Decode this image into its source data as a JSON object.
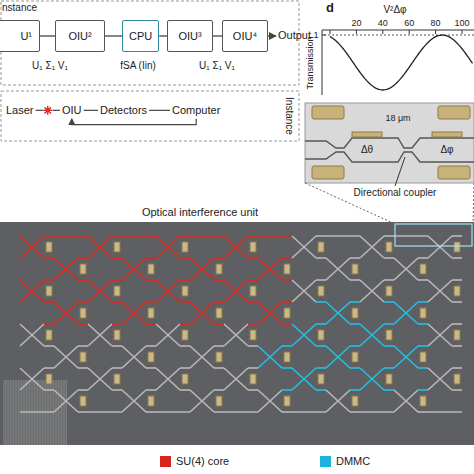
{
  "diagram": {
    "nodes": [
      {
        "text": [
          "U¹"
        ]
      },
      {
        "text": [
          "OIU²"
        ]
      },
      {
        "text": [
          "CPU"
        ]
      },
      {
        "text": [
          "OIU³"
        ]
      },
      {
        "text": [
          "OIU⁴"
        ]
      }
    ],
    "edges": [
      {
        "from": 0,
        "to": 1,
        "arrow": "none"
      },
      {
        "from": 1,
        "to": 2,
        "arrow": "none"
      },
      {
        "from": 2,
        "to": 3,
        "arrow": "none"
      },
      {
        "from": 3,
        "to": 4,
        "arrow": "none"
      }
    ],
    "labels": [
      "nstance",
      "Output",
      "U₁ Σ₁ V₁",
      "fSA (Iin)",
      "U₁ Σ₁ V₁",
      "Laser",
      "OIU",
      "Detectors",
      "Computer",
      "Instance",
      "d",
      "V²Δφ",
      "1",
      "20",
      "40",
      "60",
      "80",
      "100",
      "Transmission",
      "Δθ",
      "18 μm",
      "Δφ",
      "Directional coupler",
      "Optical interference unit"
    ],
    "legend": [
      {
        "text": "SU(4) core",
        "color": "#d7261e"
      },
      {
        "text": "DMMC",
        "color": "#1bb3d9"
      }
    ]
  }
}
